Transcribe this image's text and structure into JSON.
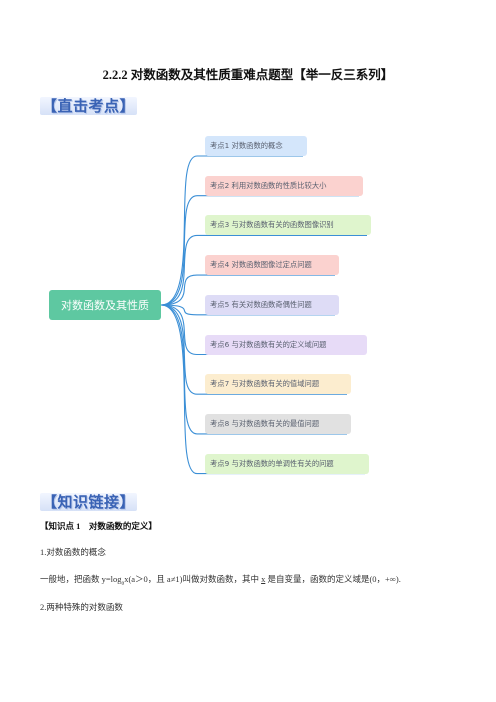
{
  "document": {
    "title": "2.2.2 对数函数及其性质重难点题型【举一反三系列】",
    "banner_direct": "【直击考点】",
    "banner_knowledge": "【知识链接】"
  },
  "mindmap": {
    "root": "对数函数及其性质",
    "line_color": "#3b8fd6",
    "nodes": [
      {
        "label": "考点1 对数函数的概念",
        "color": "#d4e6fb"
      },
      {
        "label": "考点2 利用对数函数的性质比较大小",
        "color": "#fbd2cf"
      },
      {
        "label": "考点3 与对数函数有关的函数图像识别",
        "color": "#dff5cd"
      },
      {
        "label": "考点4 对数函数图像过定点问题",
        "color": "#fbd2cf"
      },
      {
        "label": "考点5 有关对数函数奇偶性问题",
        "color": "#dedcf6"
      },
      {
        "label": "考点6 与对数函数有关的定义域问题",
        "color": "#e7dbf7"
      },
      {
        "label": "考点7 与对数函数有关的值域问题",
        "color": "#fcedcf"
      },
      {
        "label": "考点8 与对数函数有关的最值问题",
        "color": "#e1e1e1"
      },
      {
        "label": "考点9 与对数函数的单调性有关的问题",
        "color": "#dff5cd"
      }
    ]
  },
  "knowledge": {
    "heading": "【知识点 1　对数函数的定义】",
    "item1": "1.对数函数的概念",
    "definition_pre": "一般地，把函数 y=log",
    "definition_sub": "a",
    "definition_mid": "x(a＞0，且 a≠1)叫做对数函数，其中 ",
    "definition_var": "x",
    "definition_post": " 是自变量，函数的定义域是(0，+∞).",
    "item2": "2.两种特殊的对数函数"
  }
}
